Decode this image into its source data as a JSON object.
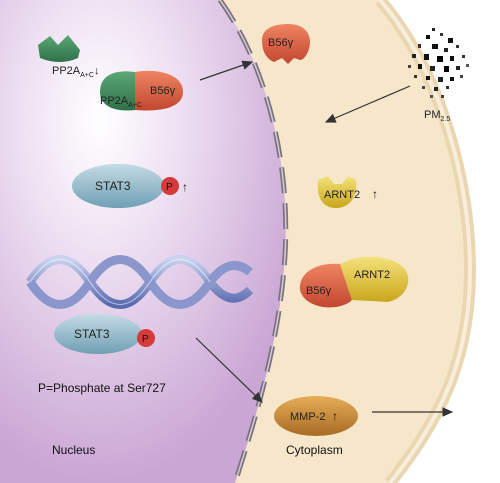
{
  "labels": {
    "pp2a_top_main": "PP2A",
    "pp2a_top_sub": "A+C",
    "pp2a_top_arrow": "↓",
    "pp2a_complex_main": "PP2A",
    "pp2a_complex_sub": "A+C",
    "b56_complex": "B56γ",
    "b56_cyto": "B56γ",
    "pm_main": "PM",
    "pm_sub": "2.5",
    "stat3_top": "STAT3",
    "p_top": "P",
    "stat3_top_arrow": "↑",
    "arnt2_single": "ARNT2",
    "arnt2_single_arrow": "↑",
    "b56_arnt2_left": "B56γ",
    "b56_arnt2_right": "ARNT2",
    "stat3_bottom": "STAT3",
    "p_bottom": "P",
    "phosphate_note": "P=Phosphate at Ser727",
    "mmp2": "MMP-2",
    "mmp2_arrow": "↑",
    "nucleus": "Nucleus",
    "cytoplasm": "Cytoplasm"
  },
  "colors": {
    "nucleus_fill": "#d9c0e2",
    "cytoplasm_fill": "#f6e7cb",
    "membrane": "#f2dfb9",
    "pp2a_green": "#3f8f5d",
    "b56_red": "#d95f43",
    "stat3_blue": "#8fb7c8",
    "phosphate_red": "#d63a3a",
    "arnt2_yellow": "#e2c733",
    "mmp2_orange": "#c88a3b"
  }
}
